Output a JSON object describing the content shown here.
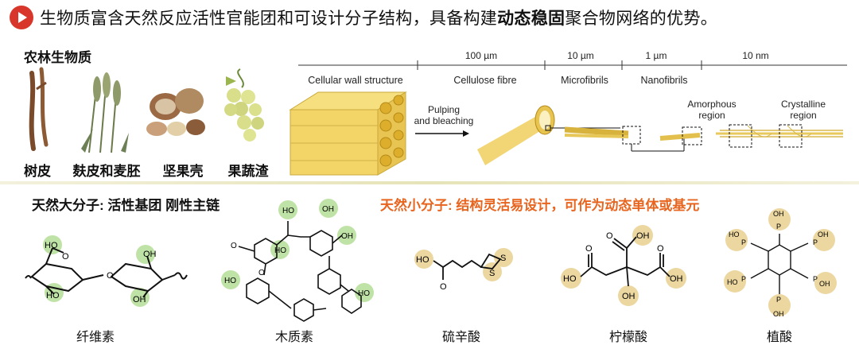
{
  "header": {
    "title_prefix": "生物质富含天然反应活性官能团和可设计分子结构，具备构建",
    "title_bold": "动态稳固",
    "title_suffix": "聚合物网络的优势。"
  },
  "biomass": {
    "section_label": "农林生物质",
    "items": [
      {
        "label": "树皮"
      },
      {
        "label": "麸皮和麦胚"
      },
      {
        "label": "坚果壳"
      },
      {
        "label": "果蔬渣"
      }
    ]
  },
  "hierarchy": {
    "scales": [
      "100 µm",
      "10 µm",
      "1 µm",
      "10 nm"
    ],
    "stages": [
      "Cellular wall structure",
      "Cellulose fibre",
      "Microfibrils",
      "Nanofibrils"
    ],
    "pulping_line1": "Pulping",
    "pulping_line2": "and bleaching",
    "amorphous_line1": "Amorphous",
    "amorphous_line2": "region",
    "crystalline_line1": "Crystalline",
    "crystalline_line2": "region"
  },
  "macromolecules": {
    "section_label": "天然大分子: 活性基团 刚性主链",
    "items": [
      {
        "name": "纤维素"
      },
      {
        "name": "木质素"
      }
    ]
  },
  "small_molecules": {
    "section_label": "天然小分子: 结构灵活易设计，可作为动态单体或基元",
    "items": [
      {
        "name": "硫辛酸"
      },
      {
        "name": "柠檬酸"
      },
      {
        "name": "植酸"
      }
    ]
  },
  "chem_labels": {
    "ho": "HO",
    "oh": "OH",
    "o": "O",
    "s": "S",
    "p": "P"
  },
  "colors": {
    "accent_red": "#d9362b",
    "accent_orange": "#e7651f",
    "highlight_green": "#bfe3a6",
    "highlight_tan": "#ecd7a0",
    "fiber_yellow": "#f1d266"
  }
}
